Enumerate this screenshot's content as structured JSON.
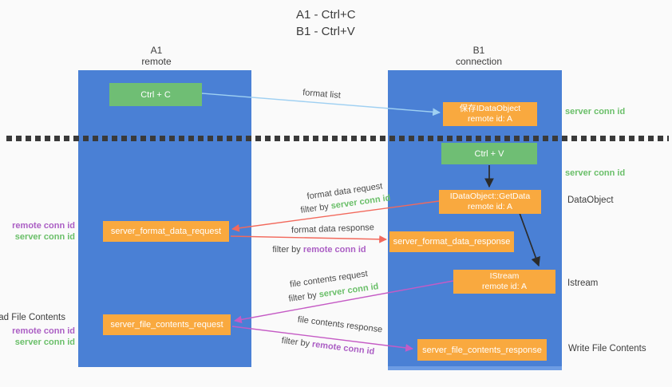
{
  "title": {
    "line1": "A1 - Ctrl+C",
    "line2": "B1 - Ctrl+V"
  },
  "columns": {
    "left": {
      "name": "A1",
      "subtitle": "remote"
    },
    "right": {
      "name": "B1",
      "subtitle": "connection"
    }
  },
  "nodes": {
    "ctrl_c": "Ctrl + C",
    "ctrl_v": "Ctrl + V",
    "save_idataobject": {
      "line1": "保存IDataObject",
      "line2": "remote id: A"
    },
    "getdata": {
      "line1": "IDataObject::GetData",
      "line2": "remote id: A"
    },
    "istream": {
      "line1": "IStream",
      "line2": "remote id: A"
    },
    "format_request": "server_format_data_request",
    "format_response": "server_format_data_response",
    "file_request": "server_file_contents_request",
    "file_response": "server_file_contents_response"
  },
  "side_labels": {
    "server_conn_id_top": "server conn id",
    "server_conn_id_mid": "server conn id",
    "dataobject": "DataObject",
    "istream": "Istream",
    "write_file_contents": "Write File Contents",
    "read_file_contents": "Read File Contents",
    "left_group1": {
      "remote": "remote conn id",
      "server": "server conn id"
    },
    "left_group2": {
      "remote": "remote conn id",
      "server": "server conn id"
    }
  },
  "arrow_labels": {
    "format_list": "format list",
    "format_data_request": "format data request",
    "format_data_response": "format data response",
    "file_contents_request": "file contents request",
    "file_contents_response": "file contents response",
    "filter_by": "filter by",
    "server_conn_id": "server conn id",
    "remote_conn_id": "remote conn id"
  },
  "colors": {
    "background": "#fafafa",
    "column_blue": "#4a80d5",
    "button_green": "#6fbe74",
    "box_orange": "#f9a93f",
    "arrow_red": "#f2695c",
    "arrow_magenta": "#c55bc5",
    "arrow_lightblue": "#9fd0f2",
    "arrow_black": "#2b2b2b",
    "text_green": "#6abf69",
    "text_purple": "#ab5ec4",
    "text_dark": "#3d3d3d"
  }
}
